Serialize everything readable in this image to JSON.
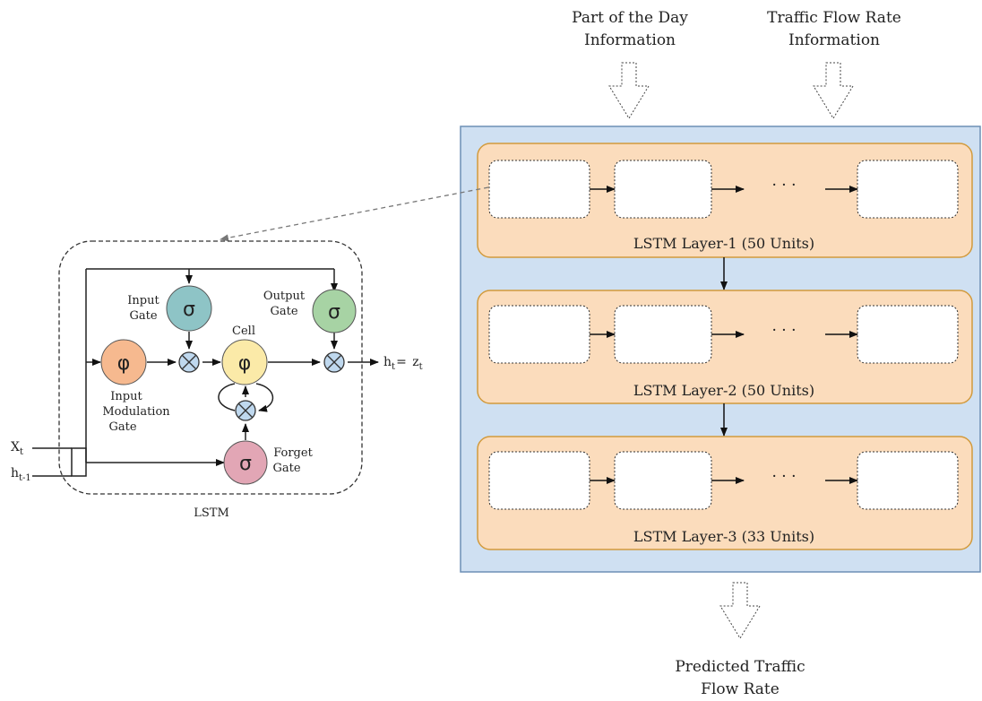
{
  "inputs": {
    "part_of_day": {
      "line1": "Part of the Day",
      "line2": "Information"
    },
    "traffic_flow": {
      "line1": "Traffic Flow Rate",
      "line2": "Information"
    }
  },
  "output": {
    "line1": "Predicted Traffic",
    "line2": "Flow Rate"
  },
  "layers": [
    {
      "label": "LSTM Layer-1 (50 Units)"
    },
    {
      "label": "LSTM Layer-2 (50 Units)"
    },
    {
      "label": "LSTM Layer-3 (33 Units)"
    }
  ],
  "ellipsis": "· · ·",
  "lstm_cell": {
    "title": "LSTM",
    "input_gate": {
      "line1": "Input",
      "line2": "Gate",
      "symbol": "σ"
    },
    "output_gate": {
      "line1": "Output",
      "line2": "Gate",
      "symbol": "σ"
    },
    "cell": {
      "label": "Cell",
      "symbol": "φ"
    },
    "input_modulation_gate": {
      "line1": "Input",
      "line2": "Modulation",
      "line3": "Gate",
      "symbol": "φ"
    },
    "forget_gate": {
      "line1": "Forget",
      "line2": "Gate",
      "symbol": "σ"
    },
    "multiply_symbol": "⊗",
    "x_input": {
      "base": "X",
      "sub": "t"
    },
    "h_prev": {
      "base": "h",
      "sub": "t-1"
    },
    "h_out": {
      "base": "h",
      "sub": "t",
      "eq": "= ",
      "z": "z",
      "zsub": "t"
    }
  },
  "colors": {
    "panel_fill": "#cfe0f2",
    "panel_stroke": "#6d8fb5",
    "layer_fill": "#fbdcbc",
    "layer_stroke": "#d29a3c",
    "input_gate": "#8ec4c6",
    "output_gate": "#a7d3a4",
    "cell": "#fbeaa8",
    "input_modulation_gate": "#f6b98f",
    "forget_gate": "#e2a6b5",
    "multiply_node": "#bfd8ee"
  }
}
